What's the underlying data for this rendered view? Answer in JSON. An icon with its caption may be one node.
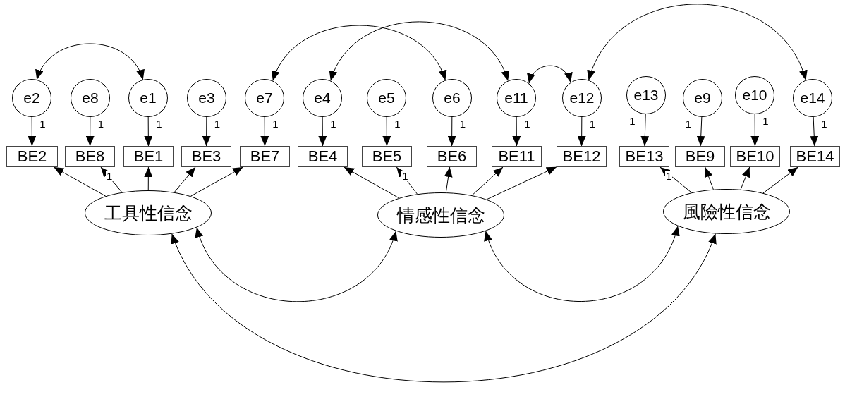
{
  "diagram": {
    "nodes": [
      {
        "text": [
          "e2"
        ]
      },
      {
        "text": [
          "e8"
        ]
      },
      {
        "text": [
          "e1"
        ]
      },
      {
        "text": [
          "e3"
        ]
      },
      {
        "text": [
          "e7"
        ]
      },
      {
        "text": [
          "e4"
        ]
      },
      {
        "text": [
          "e5"
        ]
      },
      {
        "text": [
          "e6"
        ]
      },
      {
        "text": [
          "e11"
        ]
      },
      {
        "text": [
          "e12"
        ]
      },
      {
        "text": [
          "e13"
        ]
      },
      {
        "text": [
          "e9"
        ]
      },
      {
        "text": [
          "e10"
        ]
      },
      {
        "text": [
          "e14"
        ]
      },
      {
        "text": [
          "BE2"
        ]
      },
      {
        "text": [
          "BE8"
        ]
      },
      {
        "text": [
          "BE1"
        ]
      },
      {
        "text": [
          "BE3"
        ]
      },
      {
        "text": [
          "BE7"
        ]
      },
      {
        "text": [
          "BE4"
        ]
      },
      {
        "text": [
          "BE5"
        ]
      },
      {
        "text": [
          "BE6"
        ]
      },
      {
        "text": [
          "BE11"
        ]
      },
      {
        "text": [
          "BE12"
        ]
      },
      {
        "text": [
          "BE13"
        ]
      },
      {
        "text": [
          "BE9"
        ]
      },
      {
        "text": [
          "BE10"
        ]
      },
      {
        "text": [
          "BE14"
        ]
      },
      {
        "text": [
          "工具性信念"
        ]
      },
      {
        "text": [
          "情感性信念"
        ]
      },
      {
        "text": [
          "風險性信念"
        ]
      }
    ],
    "edges": [
      {
        "from": 0,
        "to": 14,
        "arrow": "to",
        "label": "1"
      },
      {
        "from": 1,
        "to": 15,
        "arrow": "to",
        "label": "1"
      },
      {
        "from": 2,
        "to": 16,
        "arrow": "to",
        "label": "1"
      },
      {
        "from": 3,
        "to": 17,
        "arrow": "to",
        "label": "1"
      },
      {
        "from": 4,
        "to": 18,
        "arrow": "to",
        "label": "1"
      },
      {
        "from": 5,
        "to": 19,
        "arrow": "to",
        "label": "1"
      },
      {
        "from": 6,
        "to": 20,
        "arrow": "to",
        "label": "1"
      },
      {
        "from": 7,
        "to": 21,
        "arrow": "to",
        "label": "1"
      },
      {
        "from": 8,
        "to": 22,
        "arrow": "to",
        "label": "1"
      },
      {
        "from": 9,
        "to": 23,
        "arrow": "to",
        "label": "1"
      },
      {
        "from": 10,
        "to": 24,
        "arrow": "to",
        "label": "1"
      },
      {
        "from": 11,
        "to": 25,
        "arrow": "to",
        "label": "1"
      },
      {
        "from": 12,
        "to": 26,
        "arrow": "to",
        "label": "1"
      },
      {
        "from": 13,
        "to": 27,
        "arrow": "to",
        "label": "1"
      },
      {
        "from": 28,
        "to": 14,
        "arrow": "to"
      },
      {
        "from": 28,
        "to": 15,
        "arrow": "to",
        "label": "1"
      },
      {
        "from": 28,
        "to": 16,
        "arrow": "to"
      },
      {
        "from": 28,
        "to": 17,
        "arrow": "to"
      },
      {
        "from": 28,
        "to": 18,
        "arrow": "to"
      },
      {
        "from": 29,
        "to": 19,
        "arrow": "to"
      },
      {
        "from": 29,
        "to": 20,
        "arrow": "to",
        "label": "1"
      },
      {
        "from": 29,
        "to": 21,
        "arrow": "to"
      },
      {
        "from": 29,
        "to": 22,
        "arrow": "to"
      },
      {
        "from": 29,
        "to": 23,
        "arrow": "to"
      },
      {
        "from": 30,
        "to": 24,
        "arrow": "to",
        "label": "1"
      },
      {
        "from": 30,
        "to": 25,
        "arrow": "to"
      },
      {
        "from": 30,
        "to": 26,
        "arrow": "to"
      },
      {
        "from": 30,
        "to": 27,
        "arrow": "to"
      },
      {
        "from": 0,
        "to": 2,
        "arrow": "both"
      },
      {
        "from": 4,
        "to": 7,
        "arrow": "both"
      },
      {
        "from": 5,
        "to": 8,
        "arrow": "both"
      },
      {
        "from": 8,
        "to": 9,
        "arrow": "both"
      },
      {
        "from": 9,
        "to": 13,
        "arrow": "both"
      },
      {
        "from": 28,
        "to": 29,
        "arrow": "both"
      },
      {
        "from": 29,
        "to": 30,
        "arrow": "both"
      },
      {
        "from": 28,
        "to": 30,
        "arrow": "both"
      }
    ]
  }
}
